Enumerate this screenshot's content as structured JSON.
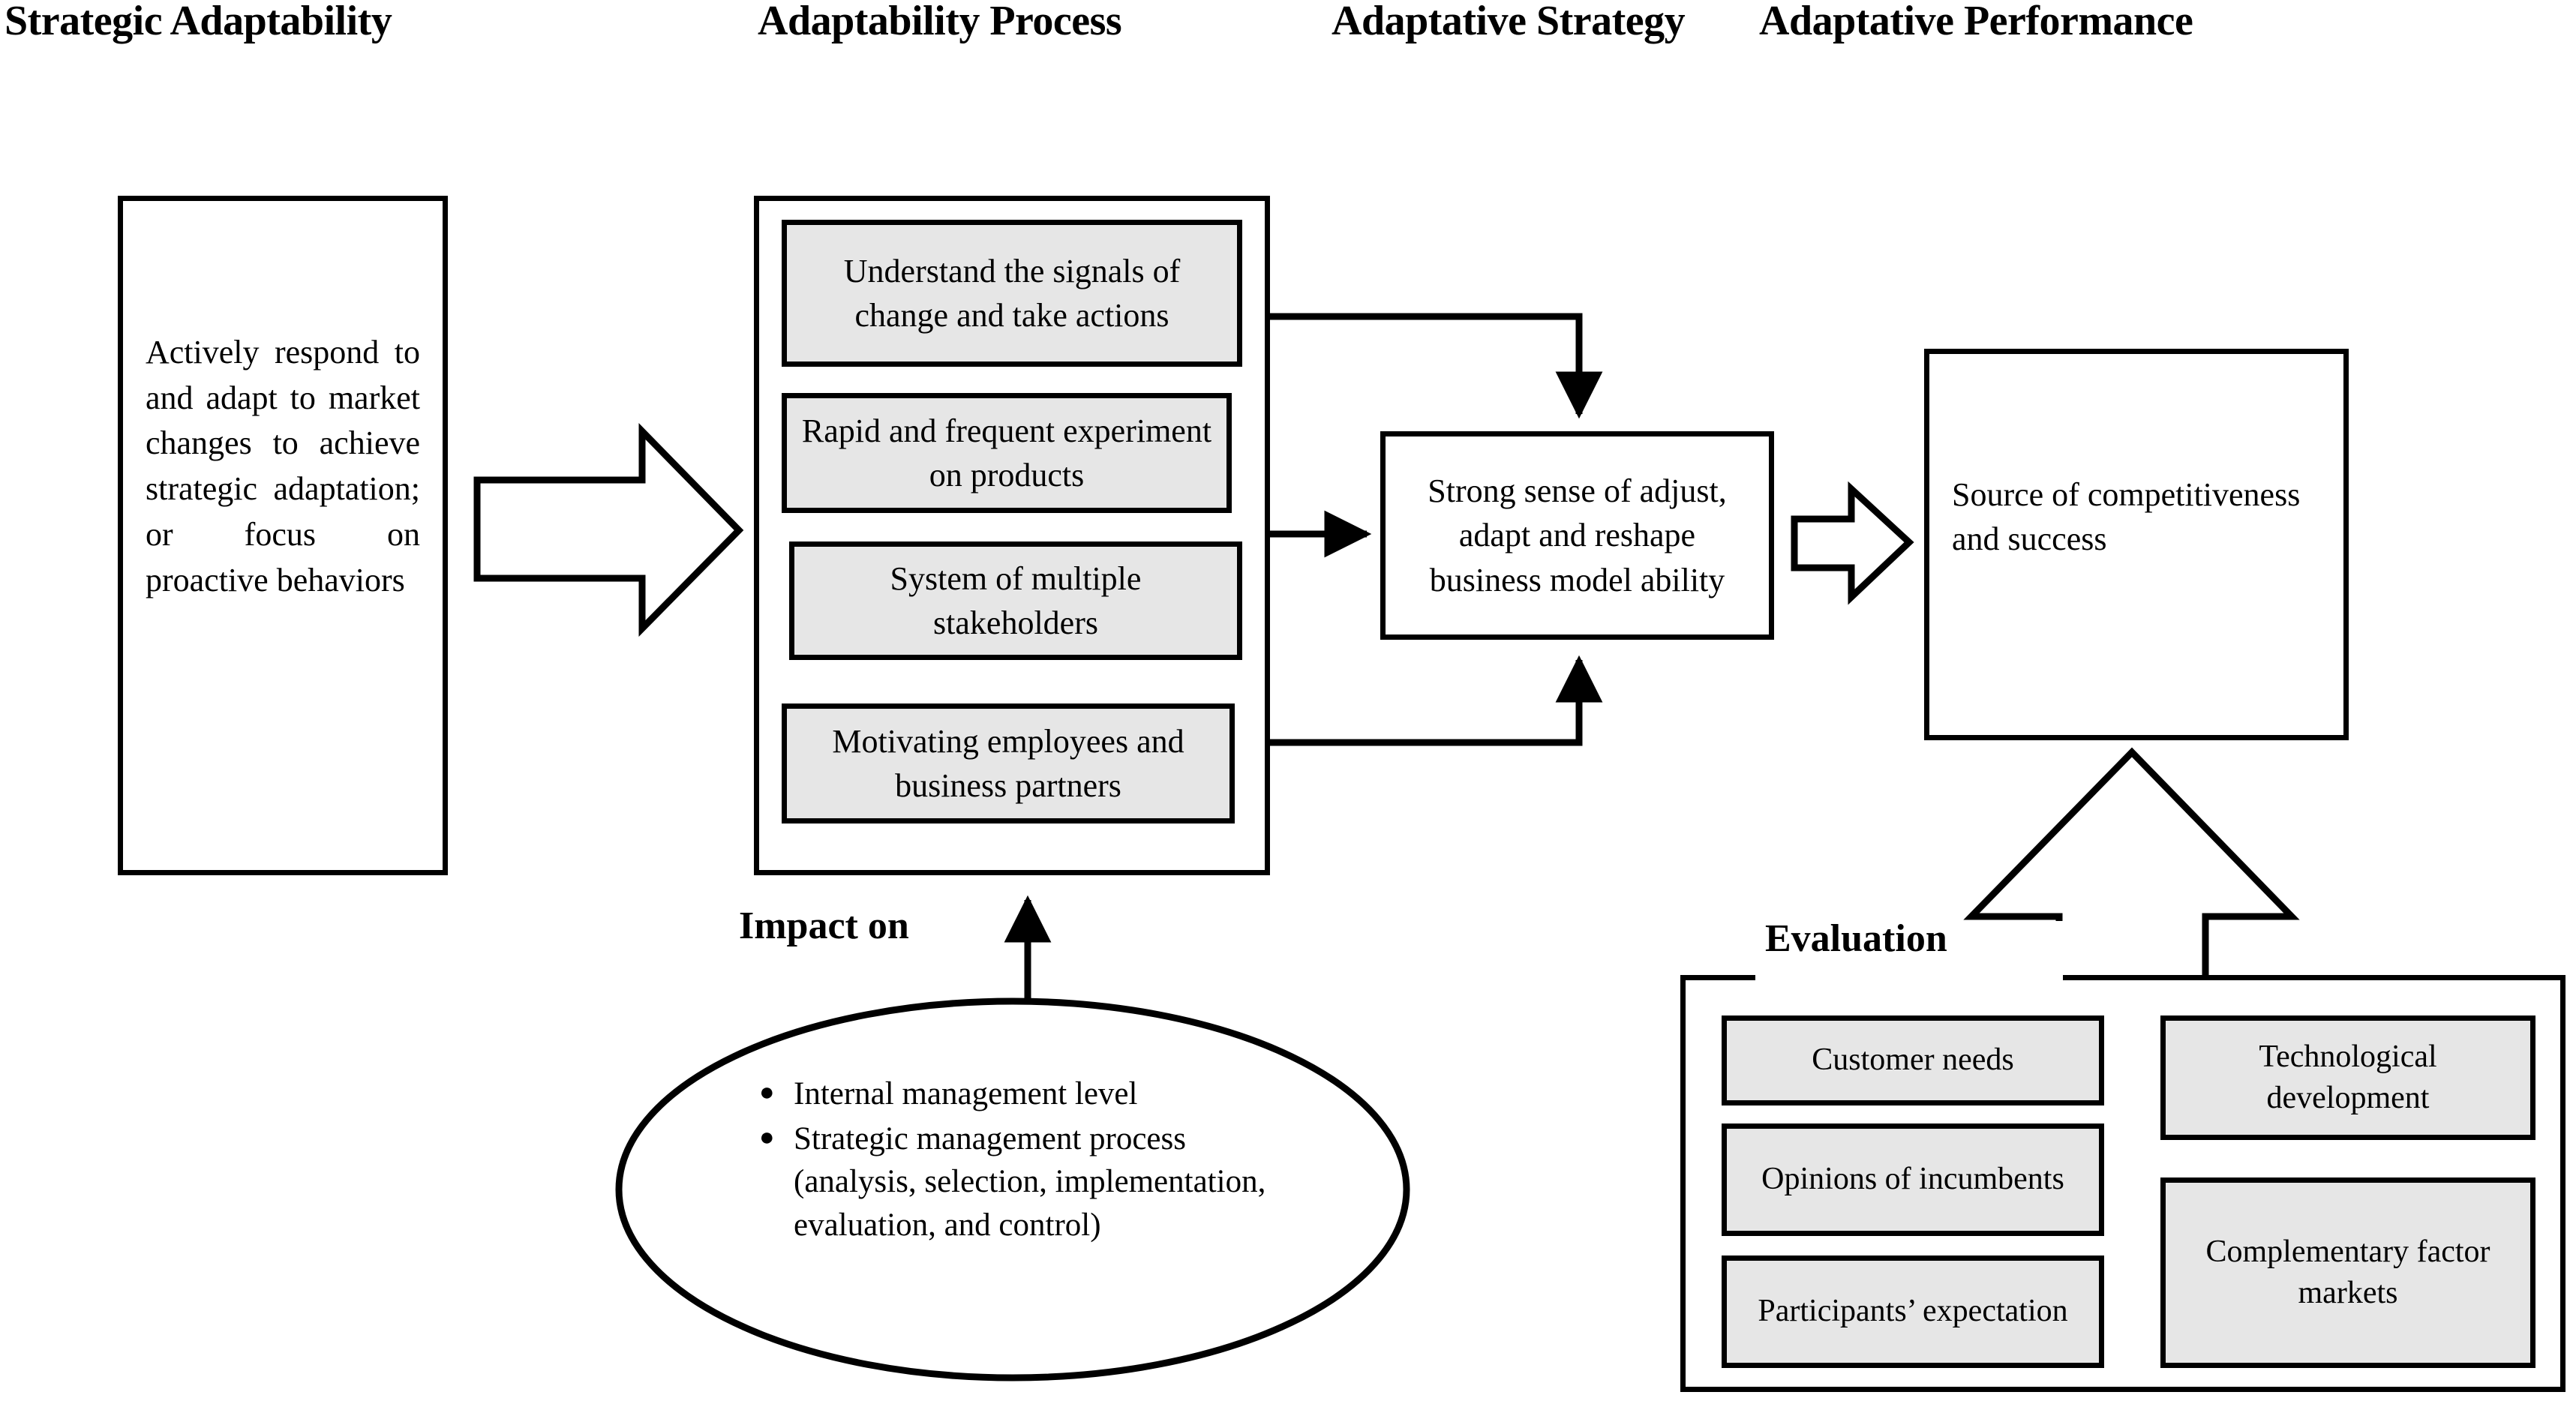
{
  "headers": [
    {
      "id": "strategic-adaptability",
      "label": "Strategic Adaptability"
    },
    {
      "id": "adaptability-process",
      "label": "Adaptability Process"
    },
    {
      "id": "adaptative-strategy",
      "label": "Adaptative Strategy"
    },
    {
      "id": "adaptative-performance",
      "label": "Adaptative Performance"
    }
  ],
  "strategic_adaptability": {
    "body": "Actively respond to and adapt to market changes to achieve strategic adaptation; or focus on proactive behaviors"
  },
  "adaptability_process": {
    "items": [
      {
        "id": "understand-signals",
        "label": "Understand the signals of change and take actions"
      },
      {
        "id": "rapid-experiment",
        "label": "Rapid and frequent experiment on products"
      },
      {
        "id": "multiple-stakeholders",
        "label": "System of multiple stakeholders"
      },
      {
        "id": "motivating-employees",
        "label": "Motivating employees and business partners"
      }
    ]
  },
  "adaptative_strategy": {
    "label": "Strong sense of adjust, adapt and reshape business model ability"
  },
  "adaptative_performance": {
    "label": "Source of competitiveness and success"
  },
  "impact": {
    "label": "Impact on",
    "bullets": [
      "Internal management level",
      "Strategic management process (analysis, selection, implementation, evaluation, and control)"
    ],
    "bullet_glyph": "●"
  },
  "evaluation": {
    "label": "Evaluation",
    "left_column": [
      {
        "id": "customer-needs",
        "label": "Customer needs"
      },
      {
        "id": "opinions-of-incumbents",
        "label": "Opinions of incumbents"
      },
      {
        "id": "participants-expectation",
        "label": "Participants’ expectation"
      }
    ],
    "right_column": [
      {
        "id": "technological-development",
        "label": "Technological development"
      },
      {
        "id": "complementary-factor-markets",
        "label": "Complementary factor markets"
      }
    ]
  },
  "colors": {
    "stroke": "#000000",
    "box_fill": "#ffffff",
    "item_fill": "#e6e6e6",
    "page_bg": "#ffffff"
  }
}
